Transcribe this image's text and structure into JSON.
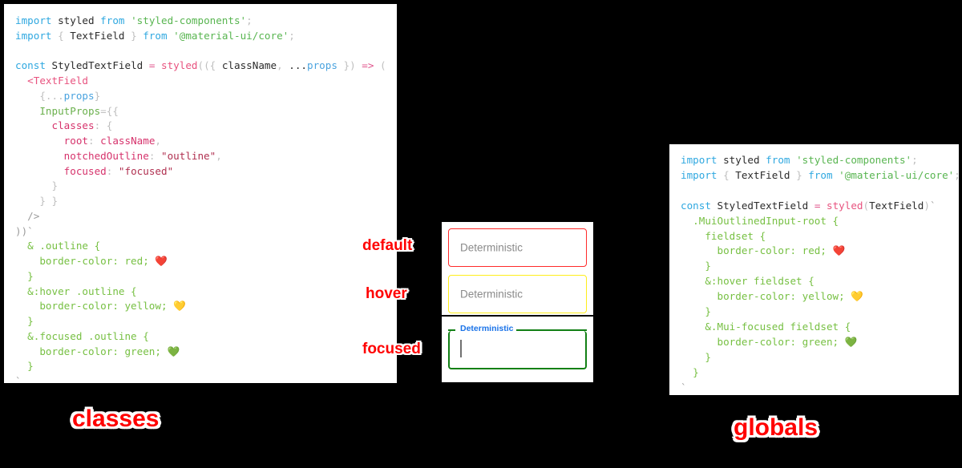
{
  "panels": {
    "classes": {
      "title": "classes",
      "lines": [
        [
          {
            "t": "import ",
            "c": "t-kw"
          },
          {
            "t": "styled ",
            "c": "t-plain"
          },
          {
            "t": "from ",
            "c": "t-kw"
          },
          {
            "t": "'styled-components'",
            "c": "t-str"
          },
          {
            "t": ";",
            "c": "t-punc"
          }
        ],
        [
          {
            "t": "import ",
            "c": "t-kw"
          },
          {
            "t": "{ ",
            "c": "t-punc"
          },
          {
            "t": "TextField",
            "c": "t-plain"
          },
          {
            "t": " } ",
            "c": "t-punc"
          },
          {
            "t": "from ",
            "c": "t-kw"
          },
          {
            "t": "'@material-ui/core'",
            "c": "t-str"
          },
          {
            "t": ";",
            "c": "t-punc"
          }
        ],
        [],
        [
          {
            "t": "const ",
            "c": "t-kw"
          },
          {
            "t": "StyledTextField ",
            "c": "t-plain"
          },
          {
            "t": "= ",
            "c": "t-op"
          },
          {
            "t": "styled",
            "c": "t-fn"
          },
          {
            "t": "((",
            "c": "t-punc"
          },
          {
            "t": "{ ",
            "c": "t-punc"
          },
          {
            "t": "className",
            "c": "t-plain"
          },
          {
            "t": ", ",
            "c": "t-punc"
          },
          {
            "t": "...",
            "c": "t-plain"
          },
          {
            "t": "props",
            "c": "t-var"
          },
          {
            "t": " }",
            "c": "t-punc"
          },
          {
            "t": ") ",
            "c": "t-punc"
          },
          {
            "t": "=> ",
            "c": "t-op"
          },
          {
            "t": "(",
            "c": "t-punc"
          }
        ],
        [
          {
            "t": "  <TextField",
            "c": "t-tag"
          }
        ],
        [
          {
            "t": "    {...",
            "c": "t-punc"
          },
          {
            "t": "props",
            "c": "t-var"
          },
          {
            "t": "}",
            "c": "t-punc"
          }
        ],
        [
          {
            "t": "    InputProps",
            "c": "t-attr"
          },
          {
            "t": "={{",
            "c": "t-punc"
          }
        ],
        [
          {
            "t": "      classes",
            "c": "t-prop"
          },
          {
            "t": ": {",
            "c": "t-punc"
          }
        ],
        [
          {
            "t": "        root",
            "c": "t-prop"
          },
          {
            "t": ": ",
            "c": "t-punc"
          },
          {
            "t": "className",
            "c": "t-prop"
          },
          {
            "t": ",",
            "c": "t-punc"
          }
        ],
        [
          {
            "t": "        notchedOutline",
            "c": "t-prop"
          },
          {
            "t": ": ",
            "c": "t-punc"
          },
          {
            "t": "\"outline\"",
            "c": "t-dstr"
          },
          {
            "t": ",",
            "c": "t-punc"
          }
        ],
        [
          {
            "t": "        focused",
            "c": "t-prop"
          },
          {
            "t": ": ",
            "c": "t-punc"
          },
          {
            "t": "\"focused\"",
            "c": "t-dstr"
          }
        ],
        [
          {
            "t": "      }",
            "c": "t-punc"
          }
        ],
        [
          {
            "t": "    } }",
            "c": "t-punc"
          }
        ],
        [
          {
            "t": "  />",
            "c": "t-tag2"
          }
        ],
        [
          {
            "t": "))",
            "c": "t-tag2"
          },
          {
            "t": "`",
            "c": "t-bt"
          }
        ],
        [
          {
            "t": "  & .outline {",
            "c": "t-css"
          }
        ],
        [
          {
            "t": "    border-color: red; ❤️",
            "c": "t-css"
          }
        ],
        [
          {
            "t": "  }",
            "c": "t-css"
          }
        ],
        [
          {
            "t": "  &:hover .outline {",
            "c": "t-css"
          }
        ],
        [
          {
            "t": "    border-color: yellow; 💛",
            "c": "t-css"
          }
        ],
        [
          {
            "t": "  }",
            "c": "t-css"
          }
        ],
        [
          {
            "t": "  &.focused .outline {",
            "c": "t-css"
          }
        ],
        [
          {
            "t": "    border-color: green; 💚",
            "c": "t-css"
          }
        ],
        [
          {
            "t": "  }",
            "c": "t-css"
          }
        ],
        [
          {
            "t": "`",
            "c": "t-bt"
          }
        ],
        [
          {
            "t": " ;",
            "c": "t-bt"
          }
        ]
      ]
    },
    "globals": {
      "title": "globals",
      "lines": [
        [
          {
            "t": "import ",
            "c": "t-kw"
          },
          {
            "t": "styled ",
            "c": "t-plain"
          },
          {
            "t": "from ",
            "c": "t-kw"
          },
          {
            "t": "'styled-components'",
            "c": "t-str"
          },
          {
            "t": ";",
            "c": "t-punc"
          }
        ],
        [
          {
            "t": "import ",
            "c": "t-kw"
          },
          {
            "t": "{ ",
            "c": "t-punc"
          },
          {
            "t": "TextField",
            "c": "t-plain"
          },
          {
            "t": " } ",
            "c": "t-punc"
          },
          {
            "t": "from ",
            "c": "t-kw"
          },
          {
            "t": "'@material-ui/core'",
            "c": "t-str"
          },
          {
            "t": ";",
            "c": "t-punc"
          }
        ],
        [],
        [
          {
            "t": "const ",
            "c": "t-kw"
          },
          {
            "t": "StyledTextField ",
            "c": "t-plain"
          },
          {
            "t": "= ",
            "c": "t-op"
          },
          {
            "t": "styled",
            "c": "t-fn"
          },
          {
            "t": "(",
            "c": "t-punc"
          },
          {
            "t": "TextField",
            "c": "t-plain"
          },
          {
            "t": ")",
            "c": "t-punc"
          },
          {
            "t": "`",
            "c": "t-bt"
          }
        ],
        [
          {
            "t": "  .MuiOutlinedInput-root {",
            "c": "t-css"
          }
        ],
        [
          {
            "t": "    fieldset {",
            "c": "t-css"
          }
        ],
        [
          {
            "t": "      border-color: red; ❤️",
            "c": "t-css"
          }
        ],
        [
          {
            "t": "    }",
            "c": "t-css"
          }
        ],
        [
          {
            "t": "    &:hover fieldset {",
            "c": "t-css"
          }
        ],
        [
          {
            "t": "      border-color: yellow; 💛",
            "c": "t-css"
          }
        ],
        [
          {
            "t": "    }",
            "c": "t-css"
          }
        ],
        [
          {
            "t": "    &.Mui-focused fieldset {",
            "c": "t-css"
          }
        ],
        [
          {
            "t": "      border-color: green; 💚",
            "c": "t-css"
          }
        ],
        [
          {
            "t": "    }",
            "c": "t-css"
          }
        ],
        [
          {
            "t": "  }",
            "c": "t-css"
          }
        ],
        [
          {
            "t": "`",
            "c": "t-bt"
          }
        ],
        [
          {
            "t": " ;",
            "c": "t-bt"
          }
        ]
      ]
    }
  },
  "demo": {
    "annotations": {
      "default": "default",
      "hover": "hover",
      "focused": "focused"
    },
    "fields": {
      "default": {
        "value": "Deterministic",
        "border_color": "#ff2a2a"
      },
      "hover": {
        "value": "Deterministic",
        "border_color": "#ffee1a"
      },
      "focused": {
        "label": "Deterministic",
        "value": "",
        "border_color": "#128015",
        "label_color": "#1a73e8"
      }
    }
  },
  "colors": {
    "background": "#000000",
    "panel": "#ffffff",
    "annotation": "#ff0000",
    "keyword": "#2FA8E0",
    "string": "#58B550",
    "css": "#77C043",
    "property": "#D6336C"
  }
}
